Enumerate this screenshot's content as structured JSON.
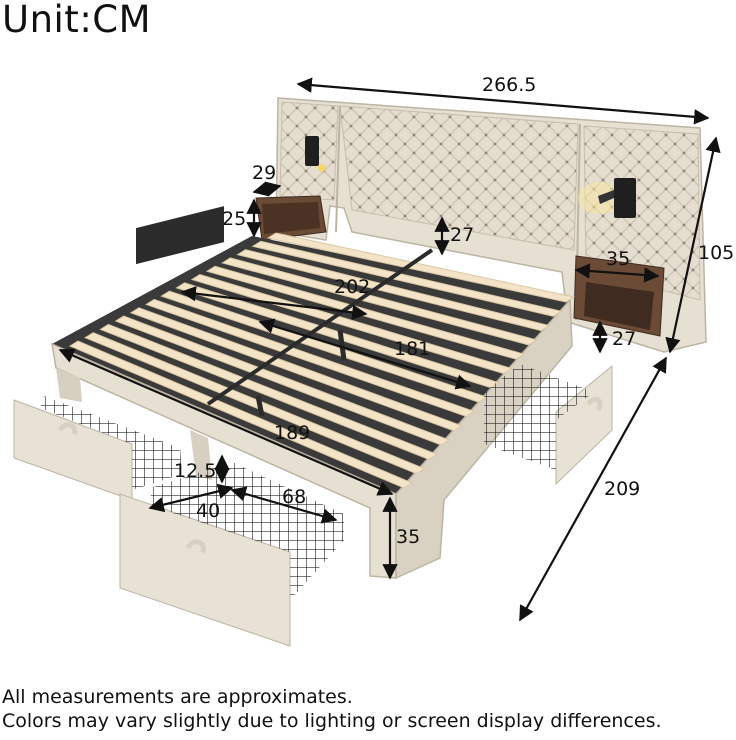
{
  "title": "Unit:CM",
  "dimensions": {
    "total_width": "266.5",
    "total_length": "209",
    "headboard_height": "105",
    "nightstand_depth": "29",
    "nightstand_height": "25",
    "headboard_clearance": "27",
    "nightstand_width": "35",
    "nightstand_lower_height": "27",
    "slat_length": "202",
    "inner_length": "181",
    "side_length": "189",
    "drawer_height": "12.5",
    "drawer_depth": "40",
    "drawer_width": "68",
    "frame_height": "35"
  },
  "notes": {
    "line1": "All measurements are approximates.",
    "line2": "Colors may vary slightly due to lighting or screen display differences."
  },
  "colors": {
    "upholstery": "#e6e0d3",
    "upholstery_shade": "#cfc7b6",
    "slat": "#f3e4c8",
    "wood": "#6b4b36",
    "metal": "#2b2b2b",
    "arrow": "#111111"
  }
}
